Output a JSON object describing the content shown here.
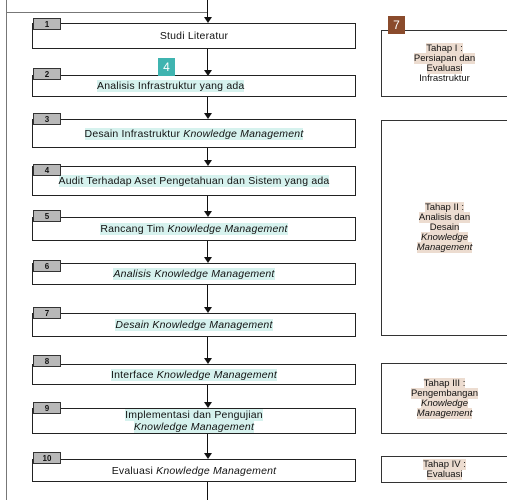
{
  "steps": [
    {
      "num": "1",
      "text": "Studi Literatur"
    },
    {
      "num": "2",
      "text": "Analisis Infrastruktur yang ada"
    },
    {
      "num": "3",
      "text": "Desain Infrastruktur Knowledge Management"
    },
    {
      "num": "4",
      "text": "Audit Terhadap Aset Pengetahuan dan Sistem yang ada"
    },
    {
      "num": "5",
      "text": "Rancang Tim Knowledge Management"
    },
    {
      "num": "6",
      "text": "Analisis Knowledge Management"
    },
    {
      "num": "7",
      "text": "Desain Knowledge Management"
    },
    {
      "num": "8",
      "text": "Interface Knowledge Management"
    },
    {
      "num": "9",
      "text": "Implementasi dan Pengujian Knowledge Management"
    },
    {
      "num": "10",
      "text": "Evaluasi Knowledge Management"
    }
  ],
  "stages": [
    {
      "title": "Tahap I :",
      "text": "Persiapan dan Evaluasi Infrastruktur"
    },
    {
      "title": "Tahap II :",
      "text": "Analisis dan Desain Knowledge Management"
    },
    {
      "title": "Tahap III :",
      "text": "Pengembangan Knowledge Management"
    },
    {
      "title": "Tahap IV :",
      "text": "Evaluasi"
    }
  ],
  "badges": [
    {
      "label": "4",
      "color": "#3fb4b0"
    },
    {
      "label": "7",
      "color": "#8a4b2c"
    }
  ]
}
